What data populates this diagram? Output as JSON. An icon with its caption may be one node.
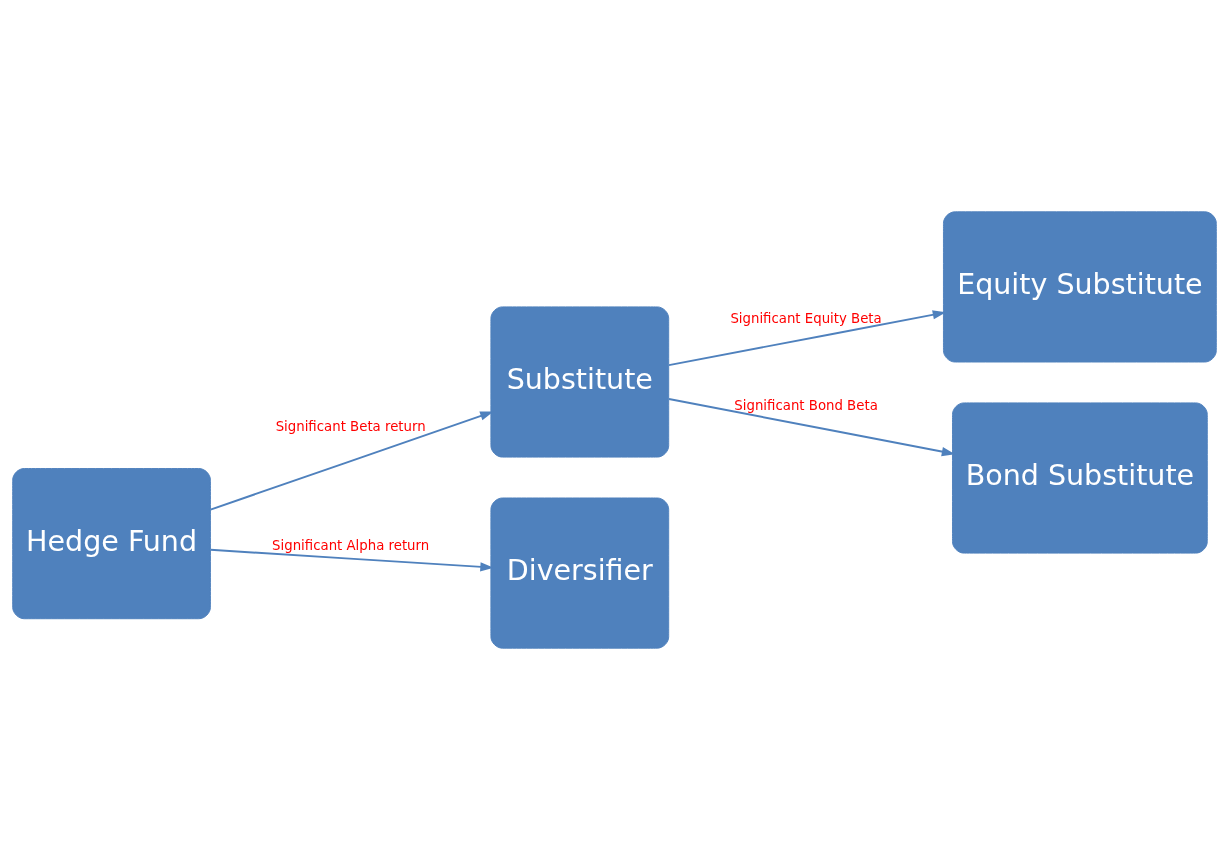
{
  "diagram": {
    "nodes": [
      {
        "text": [
          "Hedge Fund"
        ]
      },
      {
        "text": [
          "Substitute"
        ]
      },
      {
        "text": [
          "Diversifier"
        ]
      },
      {
        "text": [
          "Equity Substitute"
        ]
      },
      {
        "text": [
          "Bond Substitute"
        ]
      }
    ],
    "edges": [
      {
        "from": 0,
        "to": 1,
        "arrow": "to",
        "label": "Significant Beta return"
      },
      {
        "from": 0,
        "to": 2,
        "arrow": "to",
        "label": "Significant Alpha return"
      },
      {
        "from": 1,
        "to": 3,
        "arrow": "to",
        "label": "Significant Equity Beta"
      },
      {
        "from": 1,
        "to": 4,
        "arrow": "to",
        "label": "Significant Bond Beta"
      }
    ]
  }
}
